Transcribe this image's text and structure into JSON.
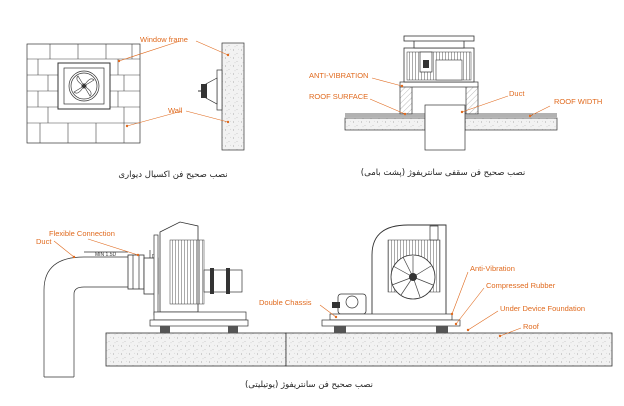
{
  "panel_wall": {
    "labels": {
      "window_frame": "Window frame",
      "wall": "Wall"
    },
    "caption": "نصب صحیح فن اکسیال دیواری"
  },
  "panel_roof": {
    "labels": {
      "anti_vibration": "ANTI-VIBRATION",
      "roof_surface": "ROOF SURFACE",
      "duct": "Duct",
      "roof_width": "ROOF WIDTH"
    },
    "caption": "نصب صحیح فن سقفی سانتریفوژ (پشت بامی)"
  },
  "panel_centrifugal": {
    "labels": {
      "flexible_connection": "Flexible Connection",
      "duct": "Duct",
      "anti_vibration": "Anti-Vibration",
      "compressed_rubber": "Compressed Rubber",
      "under_device_foundation": "Under Device Foundation",
      "roof": "Roof",
      "double_chassis": "Double Chassis"
    },
    "dim_text": "MIN 1.5D",
    "dim_d": "D",
    "caption": "نصب صحیح فن سانتریفوژ (یوتیلیتی)"
  },
  "colors": {
    "label": "#e06a1e",
    "line": "#333333",
    "concrete": "#f2f2f2"
  }
}
